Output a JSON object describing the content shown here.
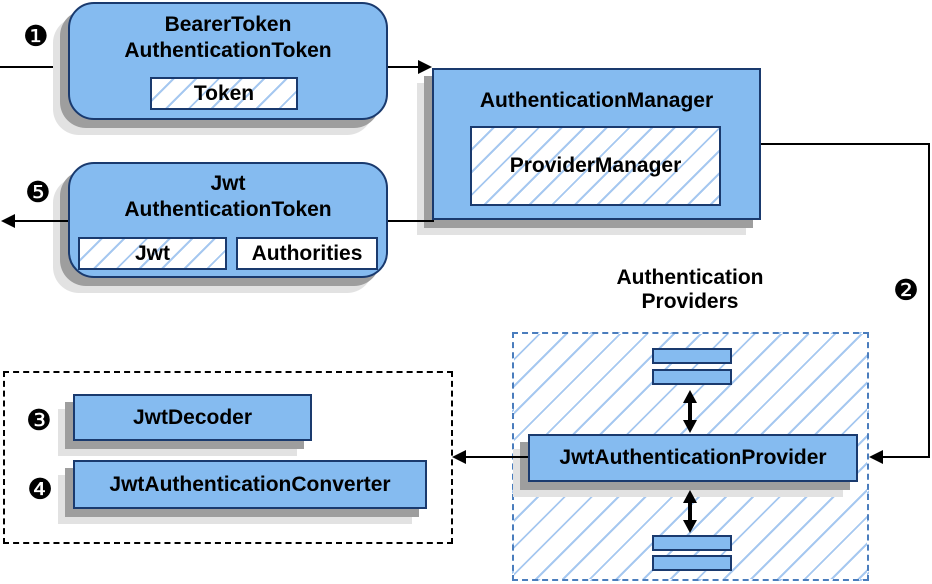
{
  "colors": {
    "node_fill": "#85bbf0",
    "node_border": "#1a3a6e",
    "hatch_line": "#a6c8f0",
    "providers_dash_border": "#4a7dbd",
    "black_dash_border": "#000000",
    "connector": "#000000",
    "shadow_dark": "#9e9e9e",
    "shadow_light": "#e2e2e2"
  },
  "markers": {
    "step1": "❶",
    "step2": "❷",
    "step3": "❸",
    "step4": "❹",
    "step5": "❺"
  },
  "nodes": {
    "bearer": {
      "title_line1": "BearerToken",
      "title_line2": "AuthenticationToken",
      "field": "Token"
    },
    "auth_manager": {
      "title": "AuthenticationManager",
      "inner": "ProviderManager"
    },
    "jwt_token": {
      "title_line1": "Jwt",
      "title_line2": "AuthenticationToken",
      "field_left": "Jwt",
      "field_right": "Authorities"
    },
    "providers_group": {
      "label_line1": "Authentication",
      "label_line2": "Providers"
    },
    "jwt_provider": {
      "title": "JwtAuthenticationProvider"
    },
    "jwt_decoder": {
      "title": "JwtDecoder"
    },
    "jwt_converter": {
      "title": "JwtAuthenticationConverter"
    }
  }
}
